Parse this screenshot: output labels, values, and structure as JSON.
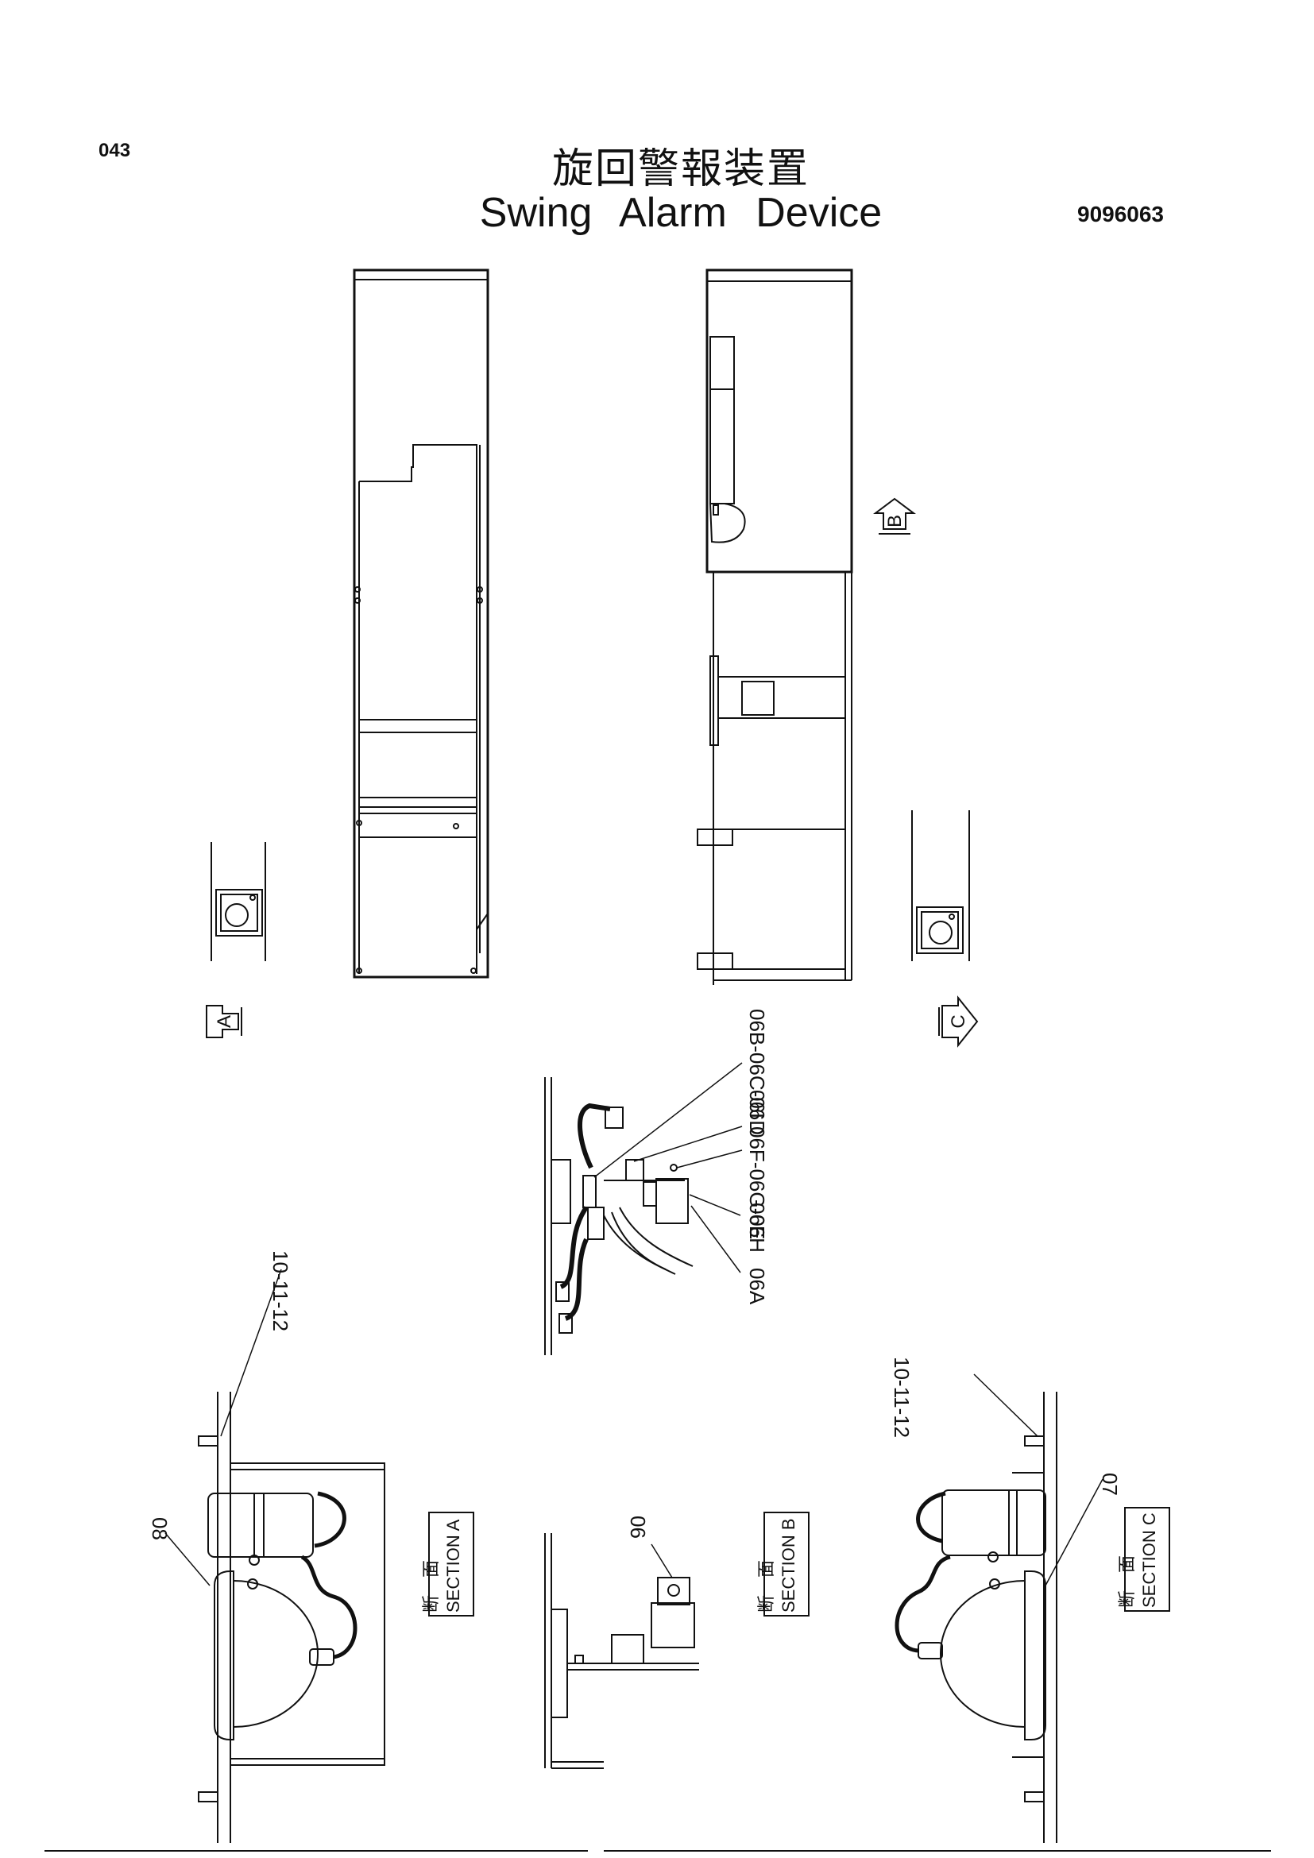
{
  "header": {
    "page_code": "043",
    "title_jp": "旋回警報装置",
    "title_en": "Swing  Alarm  Device",
    "drawing_no": "9096063"
  },
  "view_markers": {
    "a": "A",
    "b": "B",
    "c": "C"
  },
  "callouts": {
    "p06": "06",
    "p06a": "06A",
    "p06b_d": "06B-06C-06D",
    "p06e": "06E",
    "p06f_h": "06F-06G-06H",
    "p06i": "06I",
    "p07": "07",
    "p08": "08",
    "p10_12_left": "10-11-12",
    "p10_12_right": "10-11-12"
  },
  "sections": {
    "a": {
      "jp": "断　面",
      "en": "SECTION  A"
    },
    "b": {
      "jp": "断　面",
      "en": "SECTION  B"
    },
    "c": {
      "jp": "断　面",
      "en": "SECTION  C"
    }
  }
}
